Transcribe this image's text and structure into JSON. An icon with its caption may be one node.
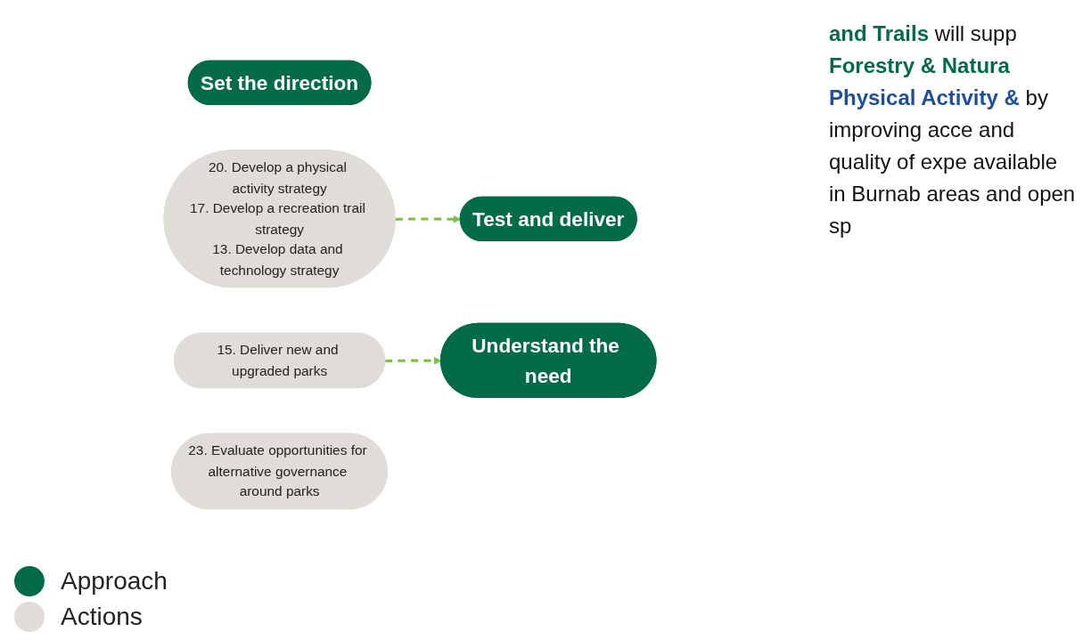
{
  "diagram": {
    "nodes": [
      {
        "text": [
          "Set the direction"
        ]
      },
      {
        "text": [
          "20. Develop a physical activity strategy",
          "17. Develop a recreation trail strategy",
          "13. Develop data and technology strategy"
        ]
      },
      {
        "text": [
          "Test and deliver"
        ]
      },
      {
        "text": [
          "15. Deliver new and upgraded parks"
        ]
      },
      {
        "text": [
          "Understand the need"
        ]
      },
      {
        "text": [
          "23. Evaluate opportunities for alternative governance around parks"
        ]
      }
    ],
    "edges": [
      {
        "from": 1,
        "to": 2,
        "arrow": "to",
        "style": "dashed"
      },
      {
        "from": 3,
        "to": 4,
        "arrow": "to",
        "style": "dashed"
      }
    ],
    "labels": [
      "**and Trails** will supp **Forestry & Natura** **Physical Activity &** by improving acce and quality of expe available in Burnab areas and open sp"
    ],
    "legend": [
      {
        "text": "Approach",
        "color": "#036b4a"
      },
      {
        "text": "Actions",
        "color": "#e0ddd8"
      }
    ]
  }
}
